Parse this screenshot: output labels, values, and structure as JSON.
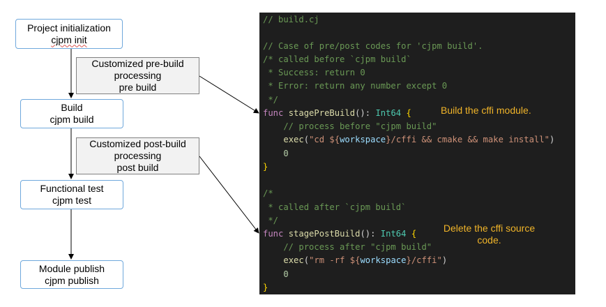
{
  "stages": [
    {
      "name": "Project initialization",
      "cmd": "cjpm init"
    },
    {
      "name": "Build",
      "cmd": "cjpm build"
    },
    {
      "name": "Functional test",
      "cmd": "cjpm test"
    },
    {
      "name": "Module publish",
      "cmd": "cjpm publish"
    }
  ],
  "pre_build": {
    "line1": "Customized pre-build",
    "line2": "processing",
    "line3": "pre build"
  },
  "post_build": {
    "line1": "Customized post-build",
    "line2": "processing",
    "line3": "post build"
  },
  "code": {
    "l01": "// build.cj",
    "l03": "// Case of pre/post codes for 'cjpm build'.",
    "l04": "/* called before `cjpm build`",
    "l05": " * Success: return 0",
    "l06": " * Error: return any number except 0",
    "l07": " */",
    "kw_func": "func",
    "fn_pre": "stagePreBuild",
    "paren": "():",
    "ty_int": "Int64",
    "brace_open": "{",
    "brace_close": "}",
    "l09": "    // process before \"cjpm build\"",
    "exec": "exec",
    "str_pre_a": "\"cd ${",
    "var_ws": "workspace",
    "str_pre_b": "}/cffi && cmake && make install\"",
    "paren_close": ")",
    "zero": "0",
    "l14": "/*",
    "l15": " * called after `cjpm build`",
    "l16": " */",
    "fn_post": "stagePostBuild",
    "l18": "    // process after \"cjpm build\"",
    "str_post_a": "\"rm -rf ${",
    "str_post_b": "}/cffi\""
  },
  "annotations": {
    "pre": "Build the cffi module.",
    "post_line1": "Delete the cffi source",
    "post_line2": "code."
  },
  "colors": {
    "box_border": "#5b9bd5",
    "code_bg": "#1e1e1e",
    "annotation": "#f0b429"
  }
}
